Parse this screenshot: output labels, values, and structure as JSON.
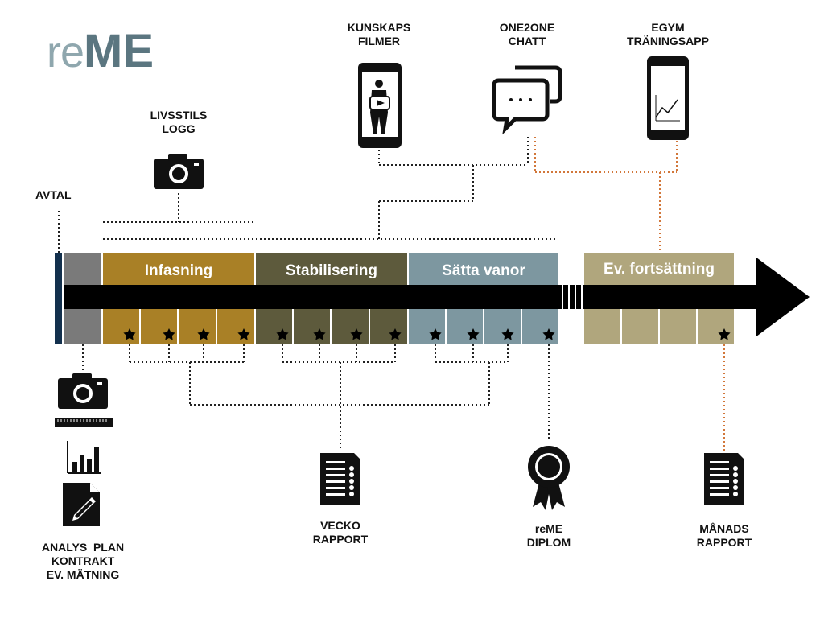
{
  "logo": {
    "part1": "re",
    "part2": "ME"
  },
  "top_items": [
    {
      "id": "livsstils",
      "line1": "LIVSSTILS",
      "line2": "LOGG",
      "icon": "camera-icon"
    },
    {
      "id": "kunskaps",
      "line1": "KUNSKAPS",
      "line2": "FILMER",
      "icon": "phone-video-icon"
    },
    {
      "id": "one2one",
      "line1": "ONE2ONE",
      "line2": "CHATT",
      "icon": "chat-bubbles-icon"
    },
    {
      "id": "egym",
      "line1": "EGYM",
      "line2": "TRÄNINGSAPP",
      "icon": "phone-chart-icon"
    }
  ],
  "avtal": "AVTAL",
  "phases": [
    {
      "label": "Infasning",
      "color": "#a98026",
      "weeks": 4
    },
    {
      "label": "Stabilisering",
      "color": "#5d5a3c",
      "weeks": 4
    },
    {
      "label": "Sätta vanor",
      "color": "#7d97a0",
      "weeks": 4
    },
    {
      "label": "Ev. fortsättning",
      "color": "#b0a67d",
      "weeks": 4
    }
  ],
  "intro_block_color": "#7a7a7a",
  "avtal_bar_color": "#13304d",
  "bottom_items": [
    {
      "id": "analys",
      "lines": [
        "ANALYS  PLAN",
        "KONTRAKT",
        "EV. MÄTNING"
      ]
    },
    {
      "id": "vecko",
      "lines": [
        "VECKO",
        "RAPPORT"
      ],
      "icon": "report-checklist-icon"
    },
    {
      "id": "diplom",
      "lines": [
        "reME",
        "DIPLOM"
      ],
      "icon": "award-ribbon-icon"
    },
    {
      "id": "manads",
      "lines": [
        "MÅNADS",
        "RAPPORT"
      ],
      "icon": "report-checklist-icon"
    }
  ],
  "colors": {
    "orange_line": "#d2773a",
    "logo_light": "#8fa7ae",
    "logo_dark": "#5b7680"
  }
}
